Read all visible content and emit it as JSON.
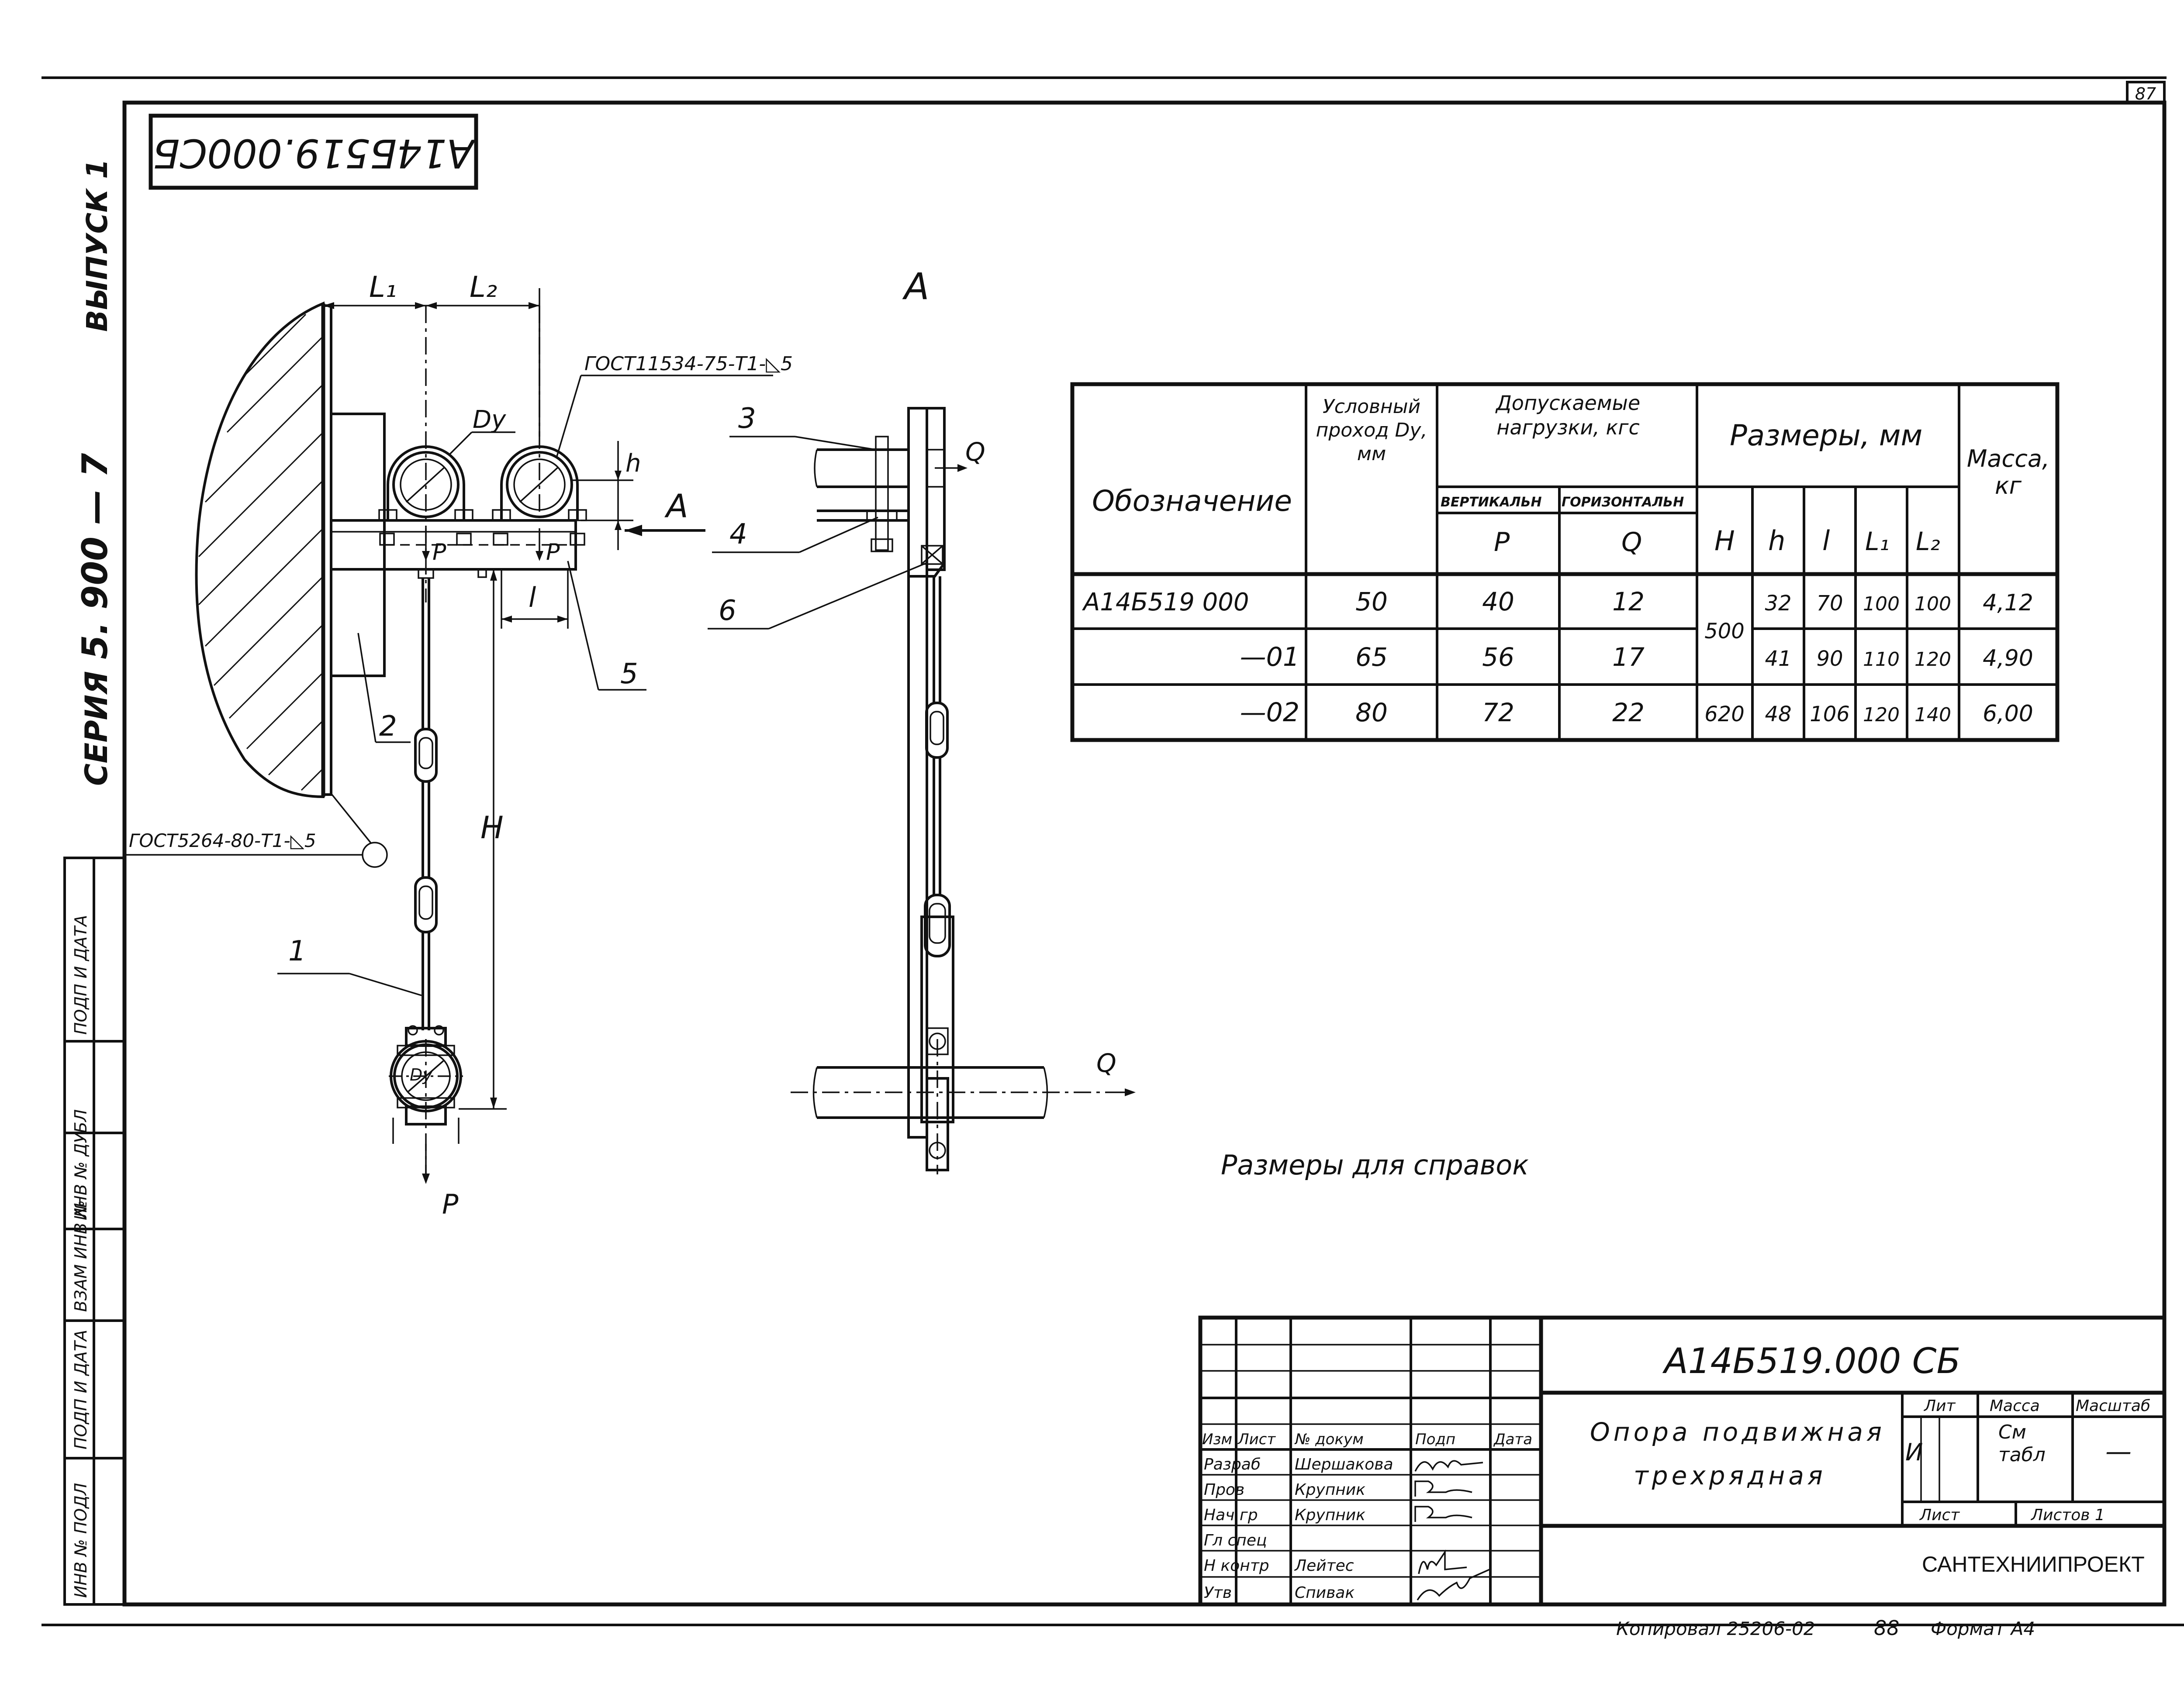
{
  "sheet": {
    "number": "87",
    "code_rotated": "А14Б519.000СБ",
    "series_label": "СЕРИЯ",
    "series_value": "5. 900 — 7",
    "issue": "ВЫПУСК 1",
    "view_letter": "А",
    "reference_note": "Размеры для справок"
  },
  "left_strip": [
    "ИНВ № ПОДЛ",
    "ПОДП И ДАТА",
    "ВЗАМ ИНВ №",
    "ИНВ № ДУБЛ",
    "ПОДП И ДАТА"
  ],
  "drawing": {
    "weld_note_top": "ГОСТ11534-75-Т1-◺5",
    "weld_note_left": "ГОСТ5264-80-Т1-◺5",
    "dim_l1": "L₁",
    "dim_l2": "L₂",
    "dim_dy": "Dу",
    "dim_h_small": "h",
    "dim_h_big": "H",
    "dim_l": "l",
    "load_p": "P",
    "load_q": "Q",
    "arrow_a": "А",
    "callouts": [
      "1",
      "2",
      "3",
      "4",
      "5",
      "6"
    ]
  },
  "table": {
    "headers": {
      "designation": "Обозначение",
      "nominal": "Условный проход Dу, мм",
      "loads": "Допускаемые нагрузки, кгс",
      "vertical": "ВЕРТИКАЛЬН",
      "horizontal": "ГОРИЗОНТАЛЬН",
      "p": "P",
      "q": "Q",
      "sizes": "Размеры, мм",
      "h_big": "H",
      "h_small": "h",
      "l": "l",
      "l1": "L₁",
      "l2": "L₂",
      "mass": "Масса, кг"
    },
    "rows": [
      {
        "designation": "А14Б519 000",
        "dy": "50",
        "p": "40",
        "q": "12",
        "h_small": "32",
        "l": "70",
        "l1": "100",
        "l2": "100",
        "mass": "4,12"
      },
      {
        "designation": "—01",
        "dy": "65",
        "p": "56",
        "q": "17",
        "h_small": "41",
        "l": "90",
        "l1": "110",
        "l2": "120",
        "mass": "4,90"
      },
      {
        "designation": "—02",
        "dy": "80",
        "p": "72",
        "q": "22",
        "h_small": "48",
        "l": "106",
        "l1": "120",
        "l2": "140",
        "mass": "6,00"
      }
    ],
    "h_big_500": "500",
    "h_big_620": "620"
  },
  "title_block": {
    "code": "А14Б519.000 СБ",
    "title_line1": "Опора подвижная",
    "title_line2": "трехрядная",
    "col_izm": "Изм",
    "col_list": "Лист",
    "col_doc": "№ докум",
    "col_sign": "Подп",
    "col_date": "Дата",
    "roles": [
      {
        "role": "Разраб",
        "name": "Шершакова"
      },
      {
        "role": "Пров",
        "name": "Крупник"
      },
      {
        "role": "Нач гр",
        "name": "Крупник"
      },
      {
        "role": "Гл спец",
        "name": ""
      },
      {
        "role": "Н контр",
        "name": "Лейтес"
      },
      {
        "role": "Утв",
        "name": "Спивак"
      }
    ],
    "lit_label": "Лит",
    "mass_label": "Масса",
    "scale_label": "Масштаб",
    "lit_value": "И",
    "mass_value": "См табл",
    "scale_value": "—",
    "sheet_label": "Лист",
    "sheets_label": "Листов 1",
    "org": "САНТЕХНИИПРОЕКТ",
    "copied": "Копировал 25206-02",
    "copied_num": "88",
    "format": "Формат А4"
  }
}
